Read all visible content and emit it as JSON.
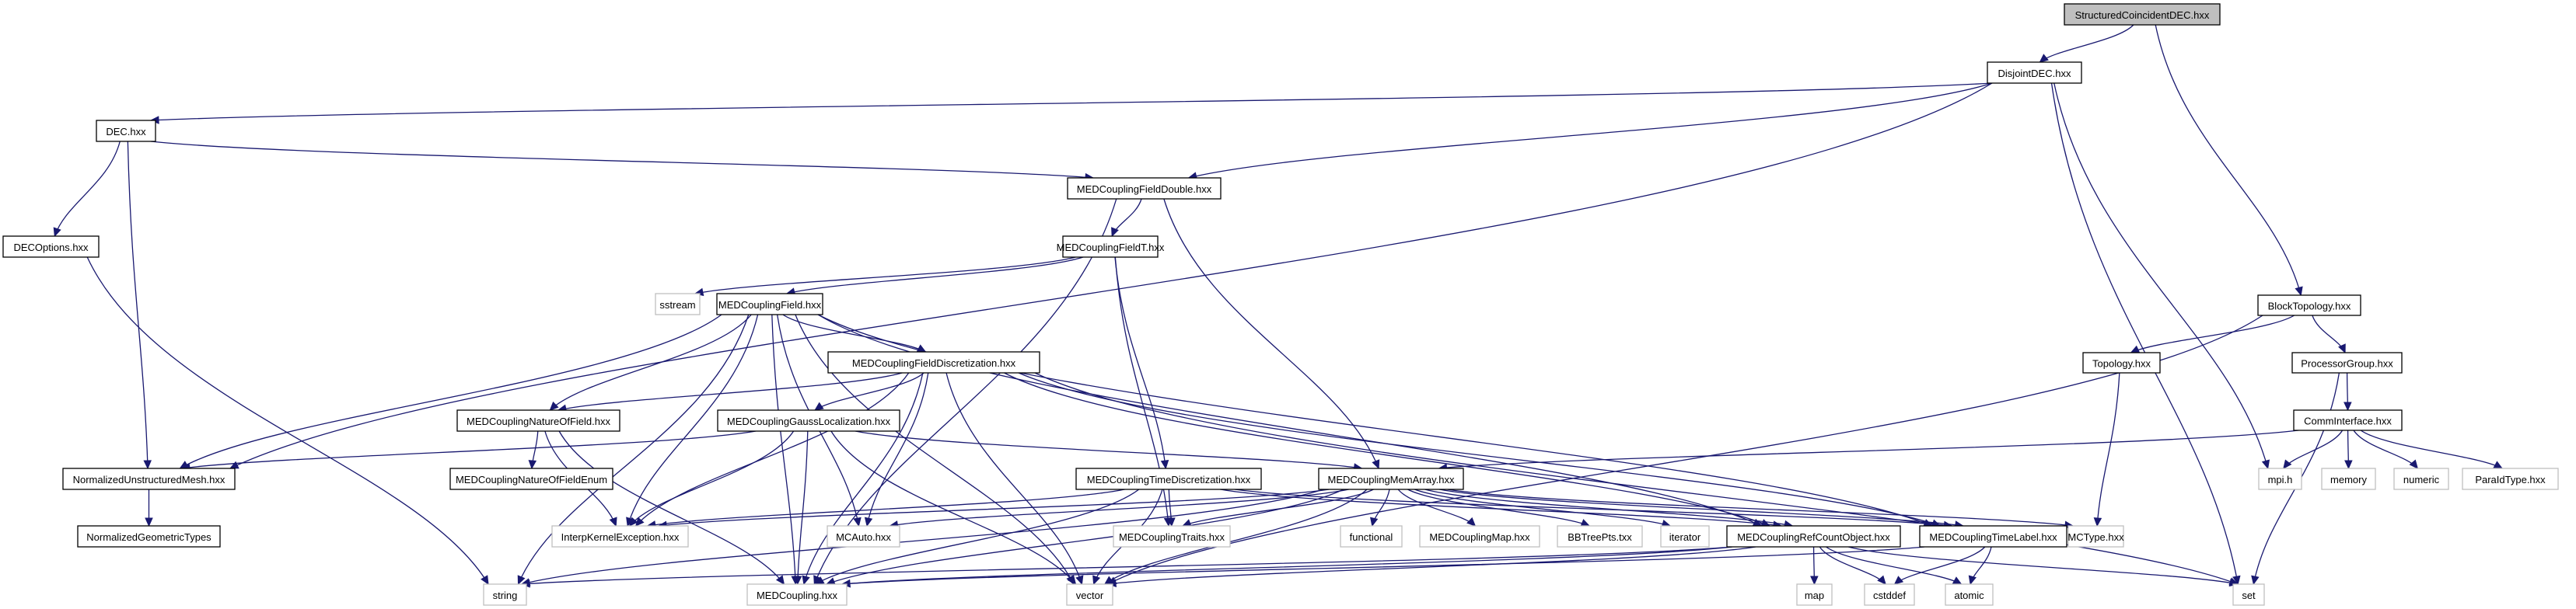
{
  "diagram": {
    "type": "include-dependency-graph",
    "root": "StructuredCoincidentDEC.hxx",
    "colors": {
      "edge": "#191970",
      "root_fill": "#bfbfbf",
      "local_border": "#000000",
      "system_border": "#bfbfbf"
    },
    "nodes": [
      {
        "id": "StructuredCoincidentDEC",
        "label": "StructuredCoincidentDEC.hxx",
        "kind": "root"
      },
      {
        "id": "DisjointDEC",
        "label": "DisjointDEC.hxx",
        "kind": "local"
      },
      {
        "id": "DEC",
        "label": "DEC.hxx",
        "kind": "local"
      },
      {
        "id": "DECOptions",
        "label": "DECOptions.hxx",
        "kind": "local"
      },
      {
        "id": "MEDCouplingFieldDouble",
        "label": "MEDCouplingFieldDouble.hxx",
        "kind": "local"
      },
      {
        "id": "MEDCouplingFieldT",
        "label": "MEDCouplingFieldT.hxx",
        "kind": "local"
      },
      {
        "id": "sstream",
        "label": "sstream",
        "kind": "system"
      },
      {
        "id": "MEDCouplingField",
        "label": "MEDCouplingField.hxx",
        "kind": "local"
      },
      {
        "id": "MEDCouplingFieldDiscretization",
        "label": "MEDCouplingFieldDiscretization.hxx",
        "kind": "local"
      },
      {
        "id": "MEDCouplingNatureOfField",
        "label": "MEDCouplingNatureOfField.hxx",
        "kind": "local"
      },
      {
        "id": "MEDCouplingNatureOfFieldEnum",
        "label": "MEDCouplingNatureOfFieldEnum",
        "kind": "local"
      },
      {
        "id": "MEDCouplingGaussLocalization",
        "label": "MEDCouplingGaussLocalization.hxx",
        "kind": "local"
      },
      {
        "id": "NormalizedUnstructuredMesh",
        "label": "NormalizedUnstructuredMesh.hxx",
        "kind": "local"
      },
      {
        "id": "NormalizedGeometricTypes",
        "label": "NormalizedGeometricTypes",
        "kind": "local"
      },
      {
        "id": "MEDCouplingTimeDiscretization",
        "label": "MEDCouplingTimeDiscretization.hxx",
        "kind": "local"
      },
      {
        "id": "MEDCouplingMemArray",
        "label": "MEDCouplingMemArray.hxx",
        "kind": "local"
      },
      {
        "id": "InterpKernelException",
        "label": "InterpKernelException.hxx",
        "kind": "system"
      },
      {
        "id": "MCAuto",
        "label": "MCAuto.hxx",
        "kind": "system"
      },
      {
        "id": "MEDCouplingTraits",
        "label": "MEDCouplingTraits.hxx",
        "kind": "system"
      },
      {
        "id": "functional",
        "label": "functional",
        "kind": "system"
      },
      {
        "id": "MEDCouplingMap",
        "label": "MEDCouplingMap.hxx",
        "kind": "system"
      },
      {
        "id": "BBTreePts",
        "label": "BBTreePts.txx",
        "kind": "system"
      },
      {
        "id": "iterator",
        "label": "iterator",
        "kind": "system"
      },
      {
        "id": "MEDCouplingRefCountObject",
        "label": "MEDCouplingRefCountObject.hxx",
        "kind": "local"
      },
      {
        "id": "MEDCouplingTimeLabel",
        "label": "MEDCouplingTimeLabel.hxx",
        "kind": "local"
      },
      {
        "id": "MCType",
        "label": "MCType.hxx",
        "kind": "system"
      },
      {
        "id": "string",
        "label": "string",
        "kind": "system"
      },
      {
        "id": "MEDCoupling",
        "label": "MEDCoupling.hxx",
        "kind": "system"
      },
      {
        "id": "vector",
        "label": "vector",
        "kind": "system"
      },
      {
        "id": "map",
        "label": "map",
        "kind": "system"
      },
      {
        "id": "cstddef",
        "label": "cstddef",
        "kind": "system"
      },
      {
        "id": "atomic",
        "label": "atomic",
        "kind": "system"
      },
      {
        "id": "set",
        "label": "set",
        "kind": "system"
      },
      {
        "id": "BlockTopology",
        "label": "BlockTopology.hxx",
        "kind": "local"
      },
      {
        "id": "Topology",
        "label": "Topology.hxx",
        "kind": "local"
      },
      {
        "id": "ProcessorGroup",
        "label": "ProcessorGroup.hxx",
        "kind": "local"
      },
      {
        "id": "CommInterface",
        "label": "CommInterface.hxx",
        "kind": "local"
      },
      {
        "id": "mpi",
        "label": "mpi.h",
        "kind": "system"
      },
      {
        "id": "memory",
        "label": "memory",
        "kind": "system"
      },
      {
        "id": "numeric",
        "label": "numeric",
        "kind": "system"
      },
      {
        "id": "ParaIdType",
        "label": "ParaIdType.hxx",
        "kind": "system"
      }
    ],
    "edges": [
      [
        "StructuredCoincidentDEC",
        "DisjointDEC"
      ],
      [
        "StructuredCoincidentDEC",
        "BlockTopology"
      ],
      [
        "DisjointDEC",
        "DEC"
      ],
      [
        "DisjointDEC",
        "MEDCouplingFieldDouble"
      ],
      [
        "DisjointDEC",
        "NormalizedUnstructuredMesh"
      ],
      [
        "DisjointDEC",
        "mpi"
      ],
      [
        "DisjointDEC",
        "set"
      ],
      [
        "DEC",
        "DECOptions"
      ],
      [
        "DEC",
        "MEDCouplingFieldDouble"
      ],
      [
        "DEC",
        "NormalizedUnstructuredMesh"
      ],
      [
        "DECOptions",
        "string"
      ],
      [
        "MEDCouplingFieldDouble",
        "MEDCouplingFieldT"
      ],
      [
        "MEDCouplingFieldDouble",
        "MEDCouplingMemArray"
      ],
      [
        "MEDCouplingFieldDouble",
        "MEDCoupling"
      ],
      [
        "MEDCouplingFieldT",
        "MEDCouplingField"
      ],
      [
        "MEDCouplingFieldT",
        "sstream"
      ],
      [
        "MEDCouplingFieldT",
        "MEDCouplingTimeDiscretization"
      ],
      [
        "MEDCouplingFieldT",
        "MEDCouplingTraits"
      ],
      [
        "MEDCouplingField",
        "MEDCouplingFieldDiscretization"
      ],
      [
        "MEDCouplingField",
        "MEDCouplingNatureOfField"
      ],
      [
        "MEDCouplingField",
        "NormalizedUnstructuredMesh"
      ],
      [
        "MEDCouplingField",
        "InterpKernelException"
      ],
      [
        "MEDCouplingField",
        "MCAuto"
      ],
      [
        "MEDCouplingField",
        "MEDCouplingRefCountObject"
      ],
      [
        "MEDCouplingField",
        "MEDCouplingTimeLabel"
      ],
      [
        "MEDCouplingField",
        "string"
      ],
      [
        "MEDCouplingField",
        "MEDCoupling"
      ],
      [
        "MEDCouplingField",
        "vector"
      ],
      [
        "MEDCouplingFieldDiscretization",
        "MEDCouplingNatureOfField"
      ],
      [
        "MEDCouplingFieldDiscretization",
        "MEDCouplingGaussLocalization"
      ],
      [
        "MEDCouplingFieldDiscretization",
        "InterpKernelException"
      ],
      [
        "MEDCouplingFieldDiscretization",
        "MCAuto"
      ],
      [
        "MEDCouplingFieldDiscretization",
        "MEDCouplingRefCountObject"
      ],
      [
        "MEDCouplingFieldDiscretization",
        "MEDCouplingTimeLabel"
      ],
      [
        "MEDCouplingFieldDiscretization",
        "MEDCoupling"
      ],
      [
        "MEDCouplingFieldDiscretization",
        "vector"
      ],
      [
        "MEDCouplingFieldDiscretization",
        "set"
      ],
      [
        "MEDCouplingNatureOfField",
        "MEDCouplingNatureOfFieldEnum"
      ],
      [
        "MEDCouplingNatureOfField",
        "InterpKernelException"
      ],
      [
        "MEDCouplingNatureOfField",
        "MEDCoupling"
      ],
      [
        "MEDCouplingGaussLocalization",
        "NormalizedUnstructuredMesh"
      ],
      [
        "MEDCouplingGaussLocalization",
        "MEDCouplingMemArray"
      ],
      [
        "MEDCouplingGaussLocalization",
        "InterpKernelException"
      ],
      [
        "MEDCouplingGaussLocalization",
        "MEDCoupling"
      ],
      [
        "MEDCouplingGaussLocalization",
        "vector"
      ],
      [
        "NormalizedUnstructuredMesh",
        "NormalizedGeometricTypes"
      ],
      [
        "MEDCouplingTimeDiscretization",
        "InterpKernelException"
      ],
      [
        "MEDCouplingTimeDiscretization",
        "MEDCouplingTraits"
      ],
      [
        "MEDCouplingTimeDiscretization",
        "MEDCouplingRefCountObject"
      ],
      [
        "MEDCouplingTimeDiscretization",
        "MEDCouplingTimeLabel"
      ],
      [
        "MEDCouplingTimeDiscretization",
        "MEDCoupling"
      ],
      [
        "MEDCouplingTimeDiscretization",
        "vector"
      ],
      [
        "MEDCouplingMemArray",
        "InterpKernelException"
      ],
      [
        "MEDCouplingMemArray",
        "MCAuto"
      ],
      [
        "MEDCouplingMemArray",
        "MEDCouplingTraits"
      ],
      [
        "MEDCouplingMemArray",
        "functional"
      ],
      [
        "MEDCouplingMemArray",
        "MEDCouplingMap"
      ],
      [
        "MEDCouplingMemArray",
        "BBTreePts"
      ],
      [
        "MEDCouplingMemArray",
        "iterator"
      ],
      [
        "MEDCouplingMemArray",
        "MEDCouplingRefCountObject"
      ],
      [
        "MEDCouplingMemArray",
        "MEDCouplingTimeLabel"
      ],
      [
        "MEDCouplingMemArray",
        "MCType"
      ],
      [
        "MEDCouplingMemArray",
        "string"
      ],
      [
        "MEDCouplingMemArray",
        "MEDCoupling"
      ],
      [
        "MEDCouplingMemArray",
        "vector"
      ],
      [
        "MEDCouplingRefCountObject",
        "map"
      ],
      [
        "MEDCouplingRefCountObject",
        "cstddef"
      ],
      [
        "MEDCouplingRefCountObject",
        "atomic"
      ],
      [
        "MEDCouplingRefCountObject",
        "string"
      ],
      [
        "MEDCouplingRefCountObject",
        "MEDCoupling"
      ],
      [
        "MEDCouplingRefCountObject",
        "vector"
      ],
      [
        "MEDCouplingRefCountObject",
        "set"
      ],
      [
        "MEDCouplingTimeLabel",
        "cstddef"
      ],
      [
        "MEDCouplingTimeLabel",
        "atomic"
      ],
      [
        "MEDCouplingTimeLabel",
        "MEDCoupling"
      ],
      [
        "BlockTopology",
        "Topology"
      ],
      [
        "BlockTopology",
        "ProcessorGroup"
      ],
      [
        "BlockTopology",
        "vector"
      ],
      [
        "Topology",
        "MCType"
      ],
      [
        "ProcessorGroup",
        "CommInterface"
      ],
      [
        "ProcessorGroup",
        "set"
      ],
      [
        "CommInterface",
        "MEDCouplingMemArray"
      ],
      [
        "CommInterface",
        "mpi"
      ],
      [
        "CommInterface",
        "memory"
      ],
      [
        "CommInterface",
        "numeric"
      ],
      [
        "CommInterface",
        "ParaIdType"
      ]
    ]
  }
}
